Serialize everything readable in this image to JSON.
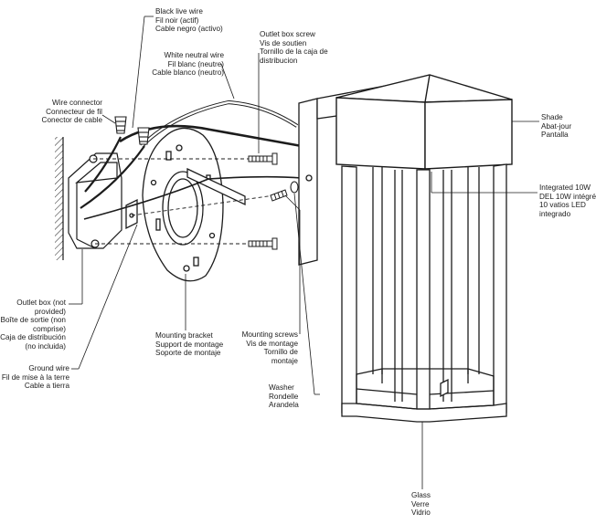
{
  "labels": {
    "black_live_wire": [
      "Black live wire",
      "Fil noir (actif)",
      "Cable negro (activo)"
    ],
    "outlet_box_screw": [
      "Outlet box screw",
      "Vis de soutien",
      "Tornillo de la caja de",
      "distribucion"
    ],
    "white_neutral_wire": [
      "White neutral wire",
      "Fil blanc (neutre)",
      "Cable blanco (neutro)"
    ],
    "wire_connector": [
      "Wire connector",
      "Connecteur de fil",
      "Conector de cable"
    ],
    "shade": [
      "Shade",
      "Abat-jour",
      "Pantalla"
    ],
    "integrated_led": [
      "Integrated 10W",
      "DEL 10W intégré",
      "10 vatios LED",
      "integrado"
    ],
    "outlet_box": [
      "Outlet box (not",
      "provided)",
      "Boîte de sortie (non",
      "comprise)",
      "Caja de distribución",
      "(no incluida)"
    ],
    "mounting_bracket": [
      "Mounting bracket",
      "Support de montage",
      "Soporte de montaje"
    ],
    "mounting_screws": [
      "Mounting screws",
      "Vis de montage",
      "Tornillo de",
      "montaje"
    ],
    "ground_wire": [
      "Ground wire",
      "Fil de mise à la terre",
      "Cable a tierra"
    ],
    "washer": [
      "Washer",
      "Rondelle",
      "Arandela"
    ],
    "glass": [
      "Glass",
      "Verre",
      "Vidrio"
    ]
  },
  "colors": {
    "line": "#1c1c1c",
    "wall": "#3a3a3a"
  }
}
